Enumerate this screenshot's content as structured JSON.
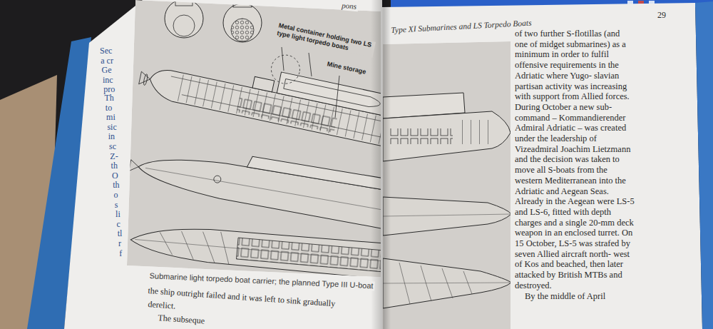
{
  "diagram": {
    "title": "Type XI Submarines and LS Torpedo Boats",
    "caption": "Submarine light torpedo boat carrier; the planned Type III U-boat",
    "labels": [
      "pons",
      "Metal container holding two LS type light torpedo boats",
      "Mine storage",
      "Sec",
      "a cr",
      "Ge",
      "inc",
      "pro",
      "Th",
      "to",
      "mi",
      "sic",
      "in",
      "sc",
      "Z-",
      "th",
      "O",
      "th",
      "o",
      "s",
      "li",
      "c",
      "tl",
      "r",
      "f",
      "the ship outright failed and it was left to sink gradually",
      "derelict.",
      "The subseque",
      "29",
      "of two further S-flotillas (and one of midget submarines) as a minimum in order to fulfil offensive requirements in the Adriatic where Yugo- slavian partisan activity was increasing with support from Allied forces. During October a new sub-command – Kommandierender Admiral Adriatic – was created under the leadership of Vizeadmiral Joachim Lietzmann and the decision was taken to move all S-boats from the western Mediterranean into the Adriatic and Aegean Seas. Already in the Aegean were LS-5 and LS-6, fitted with depth charges and a single 20-mm deck weapon in an enclosed turret. On 15 October, LS-5 was strafed by seven Allied aircraft north- west of Kos and beached, then later attacked by British MTBs and destroyed.",
      "By the middle of April"
    ]
  }
}
